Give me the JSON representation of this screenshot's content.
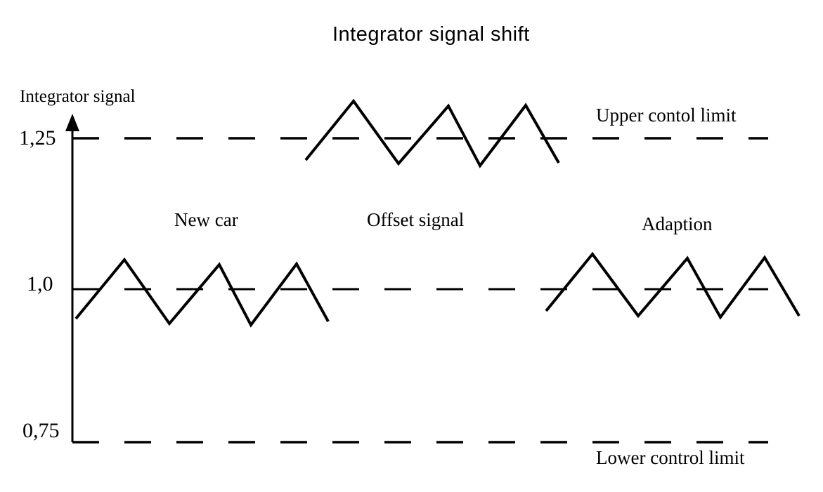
{
  "title": "Integrator signal shift",
  "y_axis": {
    "label": "Integrator signal",
    "ticks": [
      "1,25",
      "1,0",
      "0,75"
    ]
  },
  "labels": {
    "upper_limit": "Upper contol limit",
    "lower_limit": "Lower control limit",
    "new_car": "New car",
    "offset_signal": "Offset signal",
    "adaption": "Adaption"
  },
  "chart_data": {
    "type": "line",
    "title": "Integrator signal shift",
    "xlabel": "",
    "ylabel": "Integrator signal",
    "ytick_labels": [
      "1,25",
      "1,0",
      "0,75"
    ],
    "ytick_values": [
      1.25,
      1.0,
      0.75
    ],
    "ylim": [
      0.7,
      1.35
    ],
    "grid": false,
    "legend": "none",
    "guide_lines": [
      {
        "value": 1.25,
        "label": "Upper contol limit",
        "style": "dashed"
      },
      {
        "value": 1.0,
        "label": "",
        "style": "dashed"
      },
      {
        "value": 0.75,
        "label": "Lower control limit",
        "style": "dashed"
      }
    ],
    "series": [
      {
        "name": "New car",
        "baseline": 1.0,
        "shape": "triangle-wave",
        "y": [
          0.95,
          1.05,
          0.94,
          1.04,
          0.94,
          1.04,
          0.95
        ]
      },
      {
        "name": "Offset signal",
        "baseline": 1.25,
        "shape": "triangle-wave",
        "y": [
          1.21,
          1.31,
          1.21,
          1.3,
          1.21,
          1.31,
          1.21
        ]
      },
      {
        "name": "Adaption",
        "baseline": 1.0,
        "shape": "triangle-wave",
        "y": [
          0.96,
          1.06,
          0.96,
          1.05,
          0.95,
          1.05,
          0.96
        ]
      }
    ]
  },
  "figure": {
    "colors": {
      "stroke": "#000000",
      "background": "#ffffff"
    },
    "axis": {
      "x": 103,
      "arrow_tip_y": 162,
      "arrow_base_y": 187,
      "arrow_half_width": 10,
      "bottom_y": 630,
      "stroke_width": 3
    },
    "dash_pattern": "38 36",
    "dashed_lines": [
      {
        "id": "upper-control-limit-line",
        "y": 197,
        "x1": 103,
        "x2": 1093,
        "stroke_width": 3.5
      },
      {
        "id": "center-line-1-0",
        "y": 412,
        "x1": 103,
        "x2": 1093,
        "stroke_width": 3
      },
      {
        "id": "lower-control-limit-line",
        "y": 630,
        "x1": 103,
        "x2": 1093,
        "stroke_width": 3.5
      }
    ],
    "signals": [
      {
        "id": "signal-new-car",
        "stroke_width": 4,
        "points": [
          [
            108,
            454
          ],
          [
            177,
            370
          ],
          [
            241,
            461
          ],
          [
            312,
            377
          ],
          [
            357,
            463
          ],
          [
            422,
            376
          ],
          [
            467,
            458
          ]
        ]
      },
      {
        "id": "signal-offset",
        "stroke_width": 4,
        "points": [
          [
            435,
            228
          ],
          [
            503,
            144
          ],
          [
            567,
            233
          ],
          [
            638,
            151
          ],
          [
            683,
            236
          ],
          [
            748,
            150
          ],
          [
            795,
            232
          ]
        ]
      },
      {
        "id": "signal-adaption",
        "stroke_width": 4,
        "points": [
          [
            777,
            443
          ],
          [
            843,
            362
          ],
          [
            908,
            450
          ],
          [
            978,
            368
          ],
          [
            1025,
            452
          ],
          [
            1088,
            367
          ],
          [
            1137,
            450
          ]
        ]
      }
    ]
  }
}
